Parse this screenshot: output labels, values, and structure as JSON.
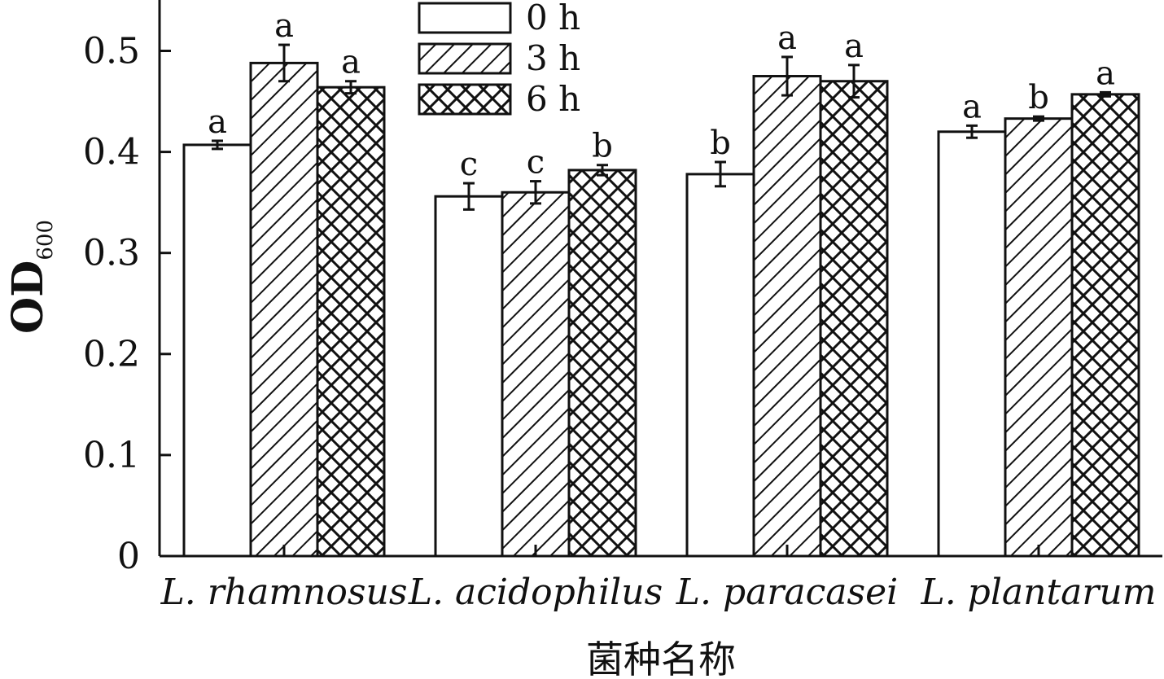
{
  "chart_data": {
    "type": "bar",
    "xlabel": "菌种名称",
    "ylabel": "OD",
    "ylabel_subscript": "600",
    "ylim": [
      0,
      0.55
    ],
    "yticks": [
      0,
      0.1,
      0.2,
      0.3,
      0.4,
      0.5
    ],
    "ytick_labels": [
      "0",
      "0.1",
      "0.2",
      "0.3",
      "0.4",
      "0.5"
    ],
    "categories": [
      "L. rhamnosus",
      "L. acidophilus",
      "L. paracasei",
      "L. plantarum"
    ],
    "series": [
      {
        "name": "0 h",
        "pattern": "none",
        "values": [
          0.407,
          0.356,
          0.378,
          0.42
        ],
        "errors": [
          0.004,
          0.013,
          0.012,
          0.006
        ],
        "letters": [
          "a",
          "c",
          "b",
          "a"
        ]
      },
      {
        "name": "3 h",
        "pattern": "diagonal",
        "values": [
          0.488,
          0.36,
          0.475,
          0.433
        ],
        "errors": [
          0.018,
          0.011,
          0.019,
          0.002
        ],
        "letters": [
          "a",
          "c",
          "a",
          "b"
        ]
      },
      {
        "name": "6 h",
        "pattern": "crosshatch",
        "values": [
          0.464,
          0.382,
          0.47,
          0.457
        ],
        "errors": [
          0.006,
          0.005,
          0.016,
          0.002
        ],
        "letters": [
          "a",
          "b",
          "a",
          "a"
        ]
      }
    ],
    "legend_position": "top-center",
    "grid": false,
    "colors": {
      "stroke": "#111111",
      "background": "#ffffff"
    }
  }
}
